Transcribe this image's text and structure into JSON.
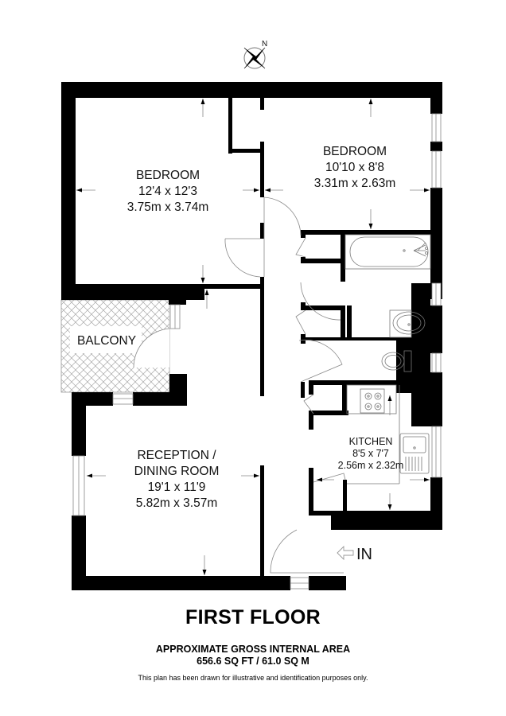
{
  "plan": {
    "compass": {
      "label": "N",
      "icon": "compass-rose-icon"
    },
    "rooms": [
      {
        "id": "bedroom-1",
        "name": "BEDROOM",
        "imperial": "12'4 x 12'3",
        "metric": "3.75m x 3.74m"
      },
      {
        "id": "bedroom-2",
        "name": "BEDROOM",
        "imperial": "10'10 x 8'8",
        "metric": "3.31m x 2.63m"
      },
      {
        "id": "balcony",
        "name": "BALCONY"
      },
      {
        "id": "reception",
        "name_line1": "RECEPTION /",
        "name_line2": "DINING ROOM",
        "imperial": "19'1 x 11'9",
        "metric": "5.82m x 3.57m"
      },
      {
        "id": "kitchen",
        "name": "KITCHEN",
        "imperial": "8'5 x 7'7",
        "metric": "2.56m x 2.32m"
      }
    ],
    "entrance": {
      "label": "IN",
      "icon": "entrance-arrow-icon"
    }
  },
  "footer": {
    "floor_title": "FIRST FLOOR",
    "area_title": "APPROXIMATE GROSS INTERNAL AREA",
    "area_value": "656.6 SQ FT / 61.0 SQ M",
    "disclaimer": "This plan has been drawn for illustrative and identification purposes only."
  },
  "colors": {
    "wall": "#000000",
    "fixture": "#666666",
    "hatch": "#9a9a9a",
    "background": "#ffffff"
  }
}
